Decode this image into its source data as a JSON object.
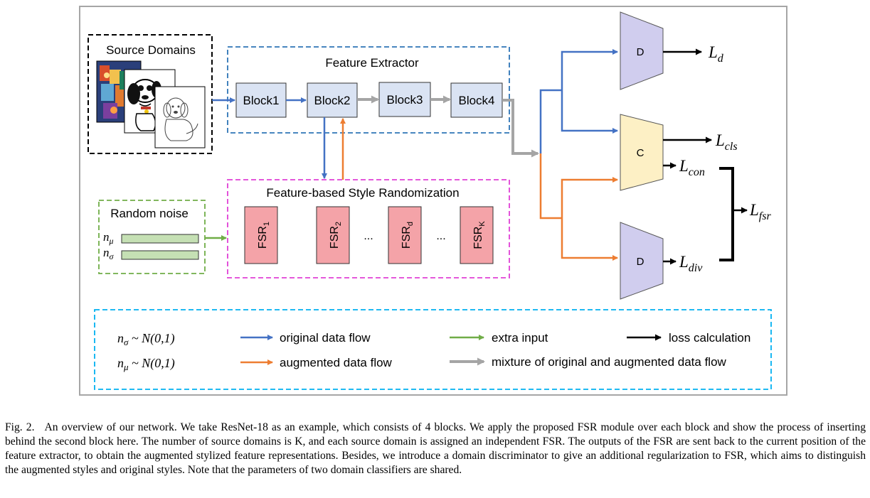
{
  "source_domains": {
    "title": "Source Domains"
  },
  "feature_extractor": {
    "title": "Feature Extractor",
    "blocks": [
      "Block1",
      "Block2",
      "Block3",
      "Block4"
    ]
  },
  "fsr": {
    "title": "Feature-based Style Randomization",
    "units": [
      {
        "base": "FSR",
        "sub": "1"
      },
      {
        "base": "FSR",
        "sub": "2"
      },
      {
        "base": "FSR",
        "sub": "d"
      },
      {
        "base": "FSR",
        "sub": "K"
      }
    ],
    "ellipsis": "..."
  },
  "random_noise": {
    "title": "Random noise",
    "mu_symbol": "n",
    "mu_sub": "μ",
    "sigma_symbol": "n",
    "sigma_sub": "σ"
  },
  "heads": {
    "d_top": "D",
    "c": "C",
    "d_bottom": "D"
  },
  "losses": {
    "d": {
      "base": "L",
      "sub": "d"
    },
    "cls": {
      "base": "L",
      "sub": "cls"
    },
    "con": {
      "base": "L",
      "sub": "con"
    },
    "div": {
      "base": "L",
      "sub": "div"
    },
    "fsr": {
      "base": "L",
      "sub": "fsr"
    }
  },
  "legend": {
    "sigma_eq": {
      "n": "n",
      "sub": "σ",
      "rest": " ~ N(0,1)"
    },
    "mu_eq": {
      "n": "n",
      "sub": "μ",
      "rest": " ~ N(0,1)"
    },
    "original": "original data flow",
    "augmented": "augmented data flow",
    "extra": "extra input",
    "mixture": "mixture of original and augmented data flow",
    "loss": "loss calculation"
  },
  "colors": {
    "blue_flow": "#4472c4",
    "orange_flow": "#ed7d31",
    "green_flow": "#70ad47",
    "gray_flow": "#a5a5a5",
    "block_fill": "#dae3f3",
    "fsr_fill": "#f4a3a8",
    "noise_fill": "#c5e0b4",
    "d_fill": "#d0cdee",
    "c_fill": "#fdf0c5"
  },
  "caption": {
    "label": "Fig. 2.",
    "text": "An overview of our network. We take ResNet-18 as an example, which consists of 4 blocks. We apply the proposed FSR module over each block and show the process of inserting behind the second block here. The number of source domains is K, and each source domain is assigned an independent FSR. The outputs of the FSR are sent back to the current position of the feature extractor, to obtain the augmented stylized feature representations. Besides, we introduce a domain discriminator to give an additional regularization to FSR, which aims to distinguish the augmented styles and original styles. Note that the parameters of two domain classifiers are shared."
  }
}
